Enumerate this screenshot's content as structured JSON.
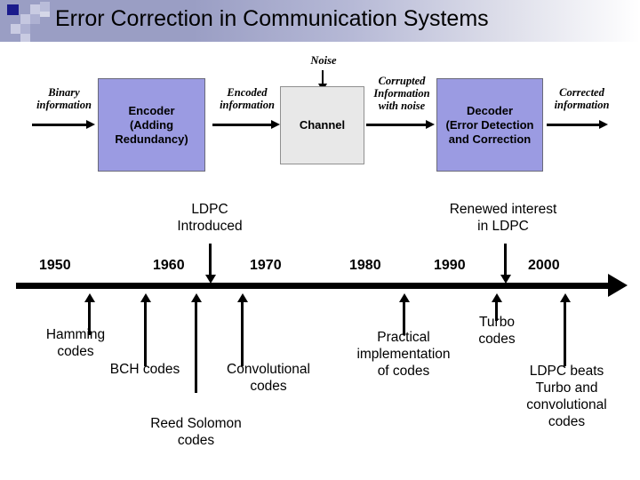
{
  "title": "Error Correction in Communication Systems",
  "colors": {
    "title_bar_start": "#9a9ec4",
    "title_bar_end": "#ffffff",
    "block_purple": "#9b9be2",
    "block_gray": "#e8e8e8",
    "deco_dark": "#1a1a8c",
    "ink": "#000000"
  },
  "block_diagram": {
    "blocks": [
      {
        "id": "encoder",
        "label": "Encoder\n(Adding\nRedundancy)",
        "line1": "Encoder",
        "line2": "(Adding",
        "line3": "Redundancy)",
        "fill": "purple"
      },
      {
        "id": "channel",
        "label": "Channel",
        "line1": "Channel",
        "fill": "gray"
      },
      {
        "id": "decoder",
        "label": "Decoder\n(Error Detection\nand Correction",
        "line1": "Decoder",
        "line2": "(Error Detection",
        "line3": "and Correction",
        "fill": "purple"
      }
    ],
    "labels": {
      "input": {
        "line1": "Binary",
        "line2": "information"
      },
      "encoded": {
        "line1": "Encoded",
        "line2": "information"
      },
      "noise": {
        "line1": "Noise"
      },
      "corrupted": {
        "line1": "Corrupted",
        "line2": "Information",
        "line3": "with noise"
      },
      "output": {
        "line1": "Corrected",
        "line2": "information"
      }
    }
  },
  "timeline": {
    "years": [
      "1950",
      "1960",
      "1970",
      "1980",
      "1990",
      "2000"
    ],
    "above_notes": [
      {
        "id": "ldpc-introduced",
        "line1": "LDPC",
        "line2": "Introduced",
        "year_marker": "1963"
      },
      {
        "id": "renewed-interest-ldpc",
        "line1": "Renewed interest",
        "line2": "in LDPC",
        "year_marker": "1996"
      }
    ],
    "below_labels": [
      {
        "id": "hamming-codes",
        "line1": "Hamming",
        "line2": "codes"
      },
      {
        "id": "bch-codes",
        "line1": "BCH codes"
      },
      {
        "id": "reed-solomon-codes",
        "line1": "Reed Solomon",
        "line2": "codes"
      },
      {
        "id": "convolutional-codes",
        "line1": "Convolutional",
        "line2": "codes"
      },
      {
        "id": "practical-implementation",
        "line1": "Practical",
        "line2": "implementation",
        "line3": "of codes"
      },
      {
        "id": "turbo-codes",
        "line1": "Turbo",
        "line2": "codes"
      },
      {
        "id": "ldpc-beats",
        "line1": "LDPC beats",
        "line2": "Turbo and",
        "line3": "convolutional",
        "line4": "codes"
      }
    ]
  }
}
